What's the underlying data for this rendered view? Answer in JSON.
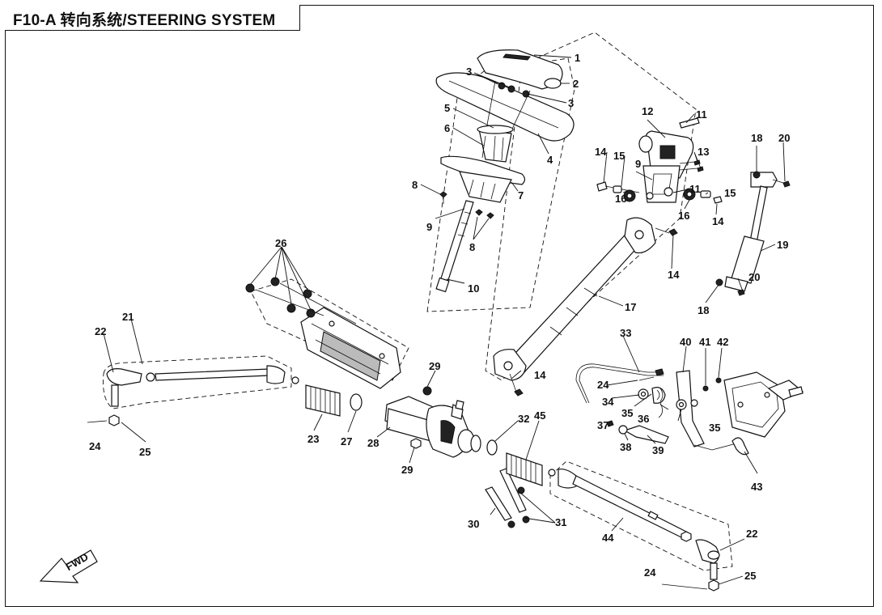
{
  "title": "F10-A 转向系统/STEERING SYSTEM",
  "fwd_label": "FWD",
  "callouts": [
    "1",
    "2",
    "3",
    "3",
    "4",
    "5",
    "6",
    "7",
    "8",
    "8",
    "9",
    "9",
    "10",
    "11",
    "11",
    "12",
    "13",
    "14",
    "14",
    "14",
    "14",
    "15",
    "15",
    "16",
    "16",
    "17",
    "18",
    "18",
    "19",
    "20",
    "20",
    "21",
    "22",
    "22",
    "23",
    "24",
    "24",
    "24",
    "25",
    "25",
    "26",
    "27",
    "28",
    "29",
    "29",
    "30",
    "31",
    "32",
    "33",
    "34",
    "35",
    "35",
    "36",
    "37",
    "38",
    "39",
    "40",
    "41",
    "42",
    "43",
    "44",
    "45"
  ]
}
